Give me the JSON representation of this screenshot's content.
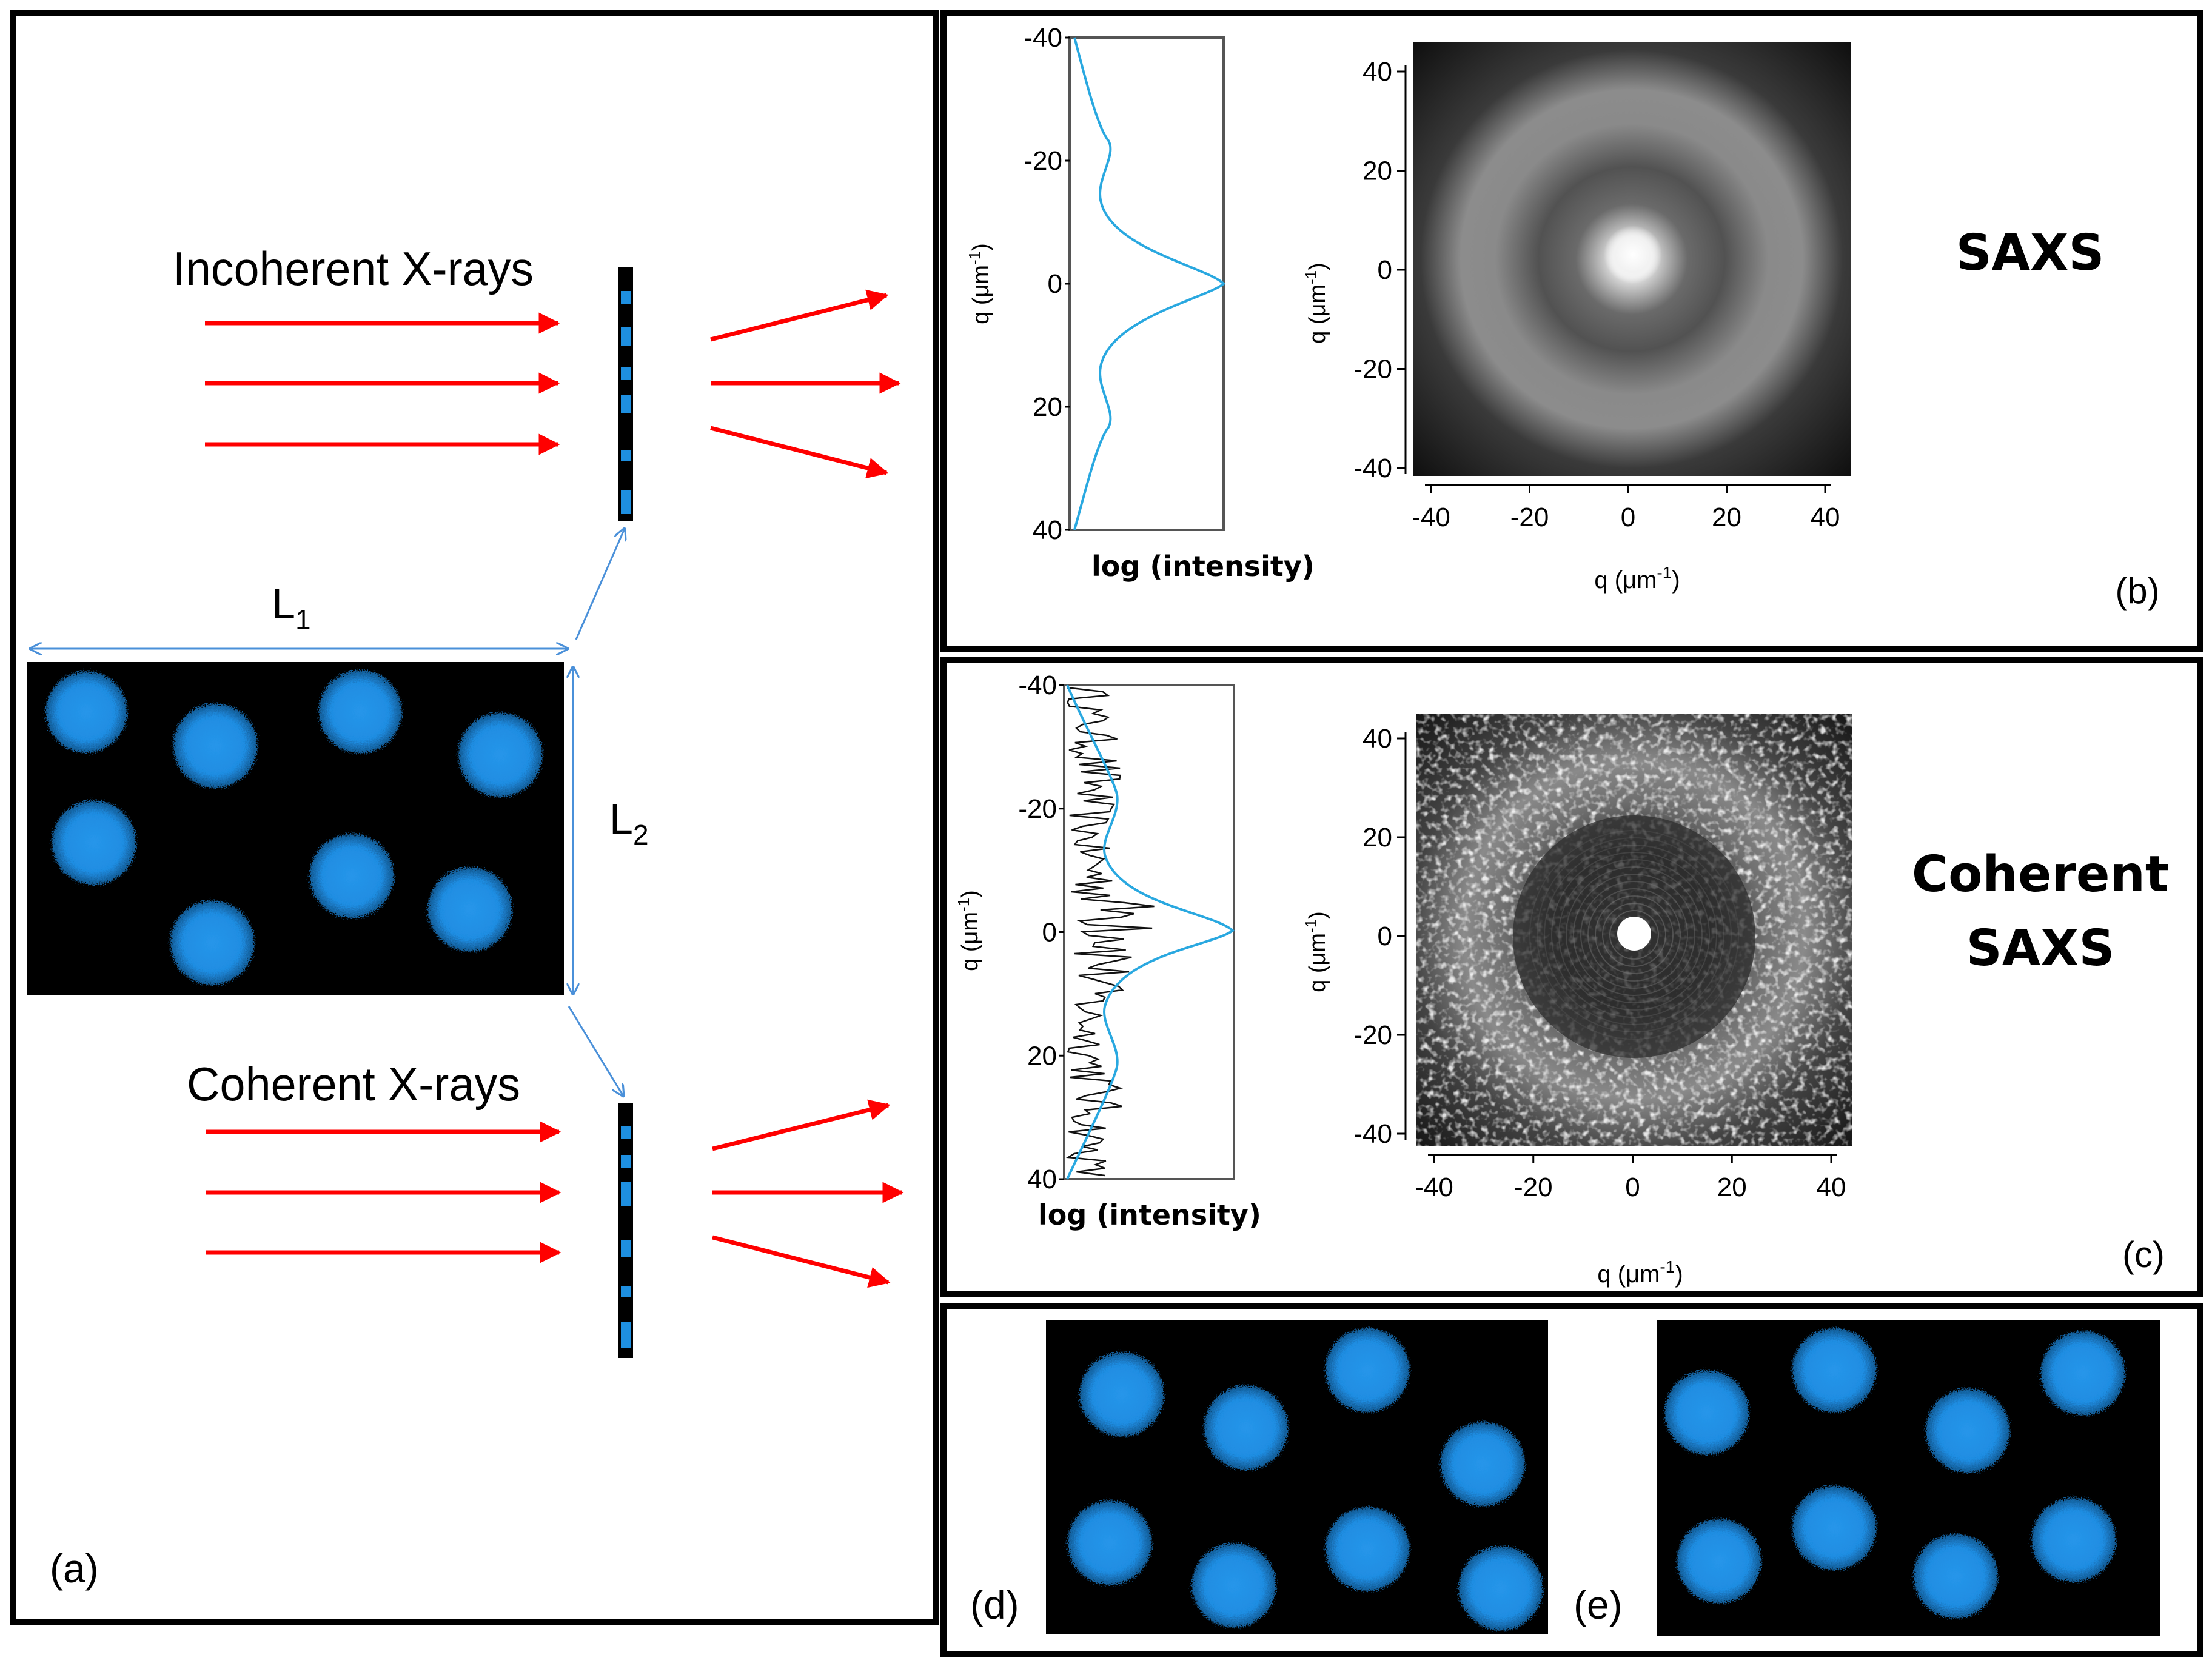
{
  "panel_a": {
    "label": "(a)",
    "incoherent_title": "Incoherent X-rays",
    "coherent_title": "Coherent X-rays",
    "L1_main": "L",
    "L1_sub": "1",
    "L2_main": "L",
    "L2_sub": "2"
  },
  "panel_b": {
    "label": "(b)",
    "technique": "SAXS",
    "profile_xlabel": "log (intensity)",
    "profile_ylabel_main": "q  (μm",
    "profile_ylabel_sup": "-1",
    "profile_ylabel_end": ")",
    "image_ylabel_main": "q  (μm",
    "image_ylabel_sup": "-1",
    "image_ylabel_end": ")",
    "image_xlabel_main": "q  (μm",
    "image_xlabel_sup": "-1",
    "image_xlabel_end": ")"
  },
  "panel_c": {
    "label": "(c)",
    "technique_line1": "Coherent",
    "technique_line2": "SAXS",
    "profile_xlabel": "log (intensity)",
    "profile_ylabel_main": "q  (μm",
    "profile_ylabel_sup": "-1",
    "profile_ylabel_end": ")",
    "image_ylabel_main": "q  (μm",
    "image_ylabel_sup": "-1",
    "image_ylabel_end": ")",
    "image_xlabel_main": "q  (μm",
    "image_xlabel_sup": "-1",
    "image_xlabel_end": ")"
  },
  "panel_d": {
    "label": "(d)"
  },
  "panel_e": {
    "label": "(e)"
  },
  "ticks": {
    "profile_y": [
      "-40",
      "-20",
      "0",
      "20",
      "40"
    ],
    "image_y": [
      "40",
      "20",
      "0",
      "-20",
      "-40"
    ],
    "image_x": [
      "-40",
      "-20",
      "0",
      "20",
      "40"
    ]
  },
  "colors": {
    "particle": "#1e8fe0",
    "beam_arrow": "#ff0000",
    "dimension_arrow": "#4a90d9",
    "profile_curve": "#29a8e0",
    "frame": "#000000"
  },
  "icons": {
    "beam_arrow": "arrow-right-icon",
    "scattered_arrow": "arrow-diagonal-icon",
    "sample_slab": "sample-slab-icon",
    "particle": "particle-blob"
  }
}
